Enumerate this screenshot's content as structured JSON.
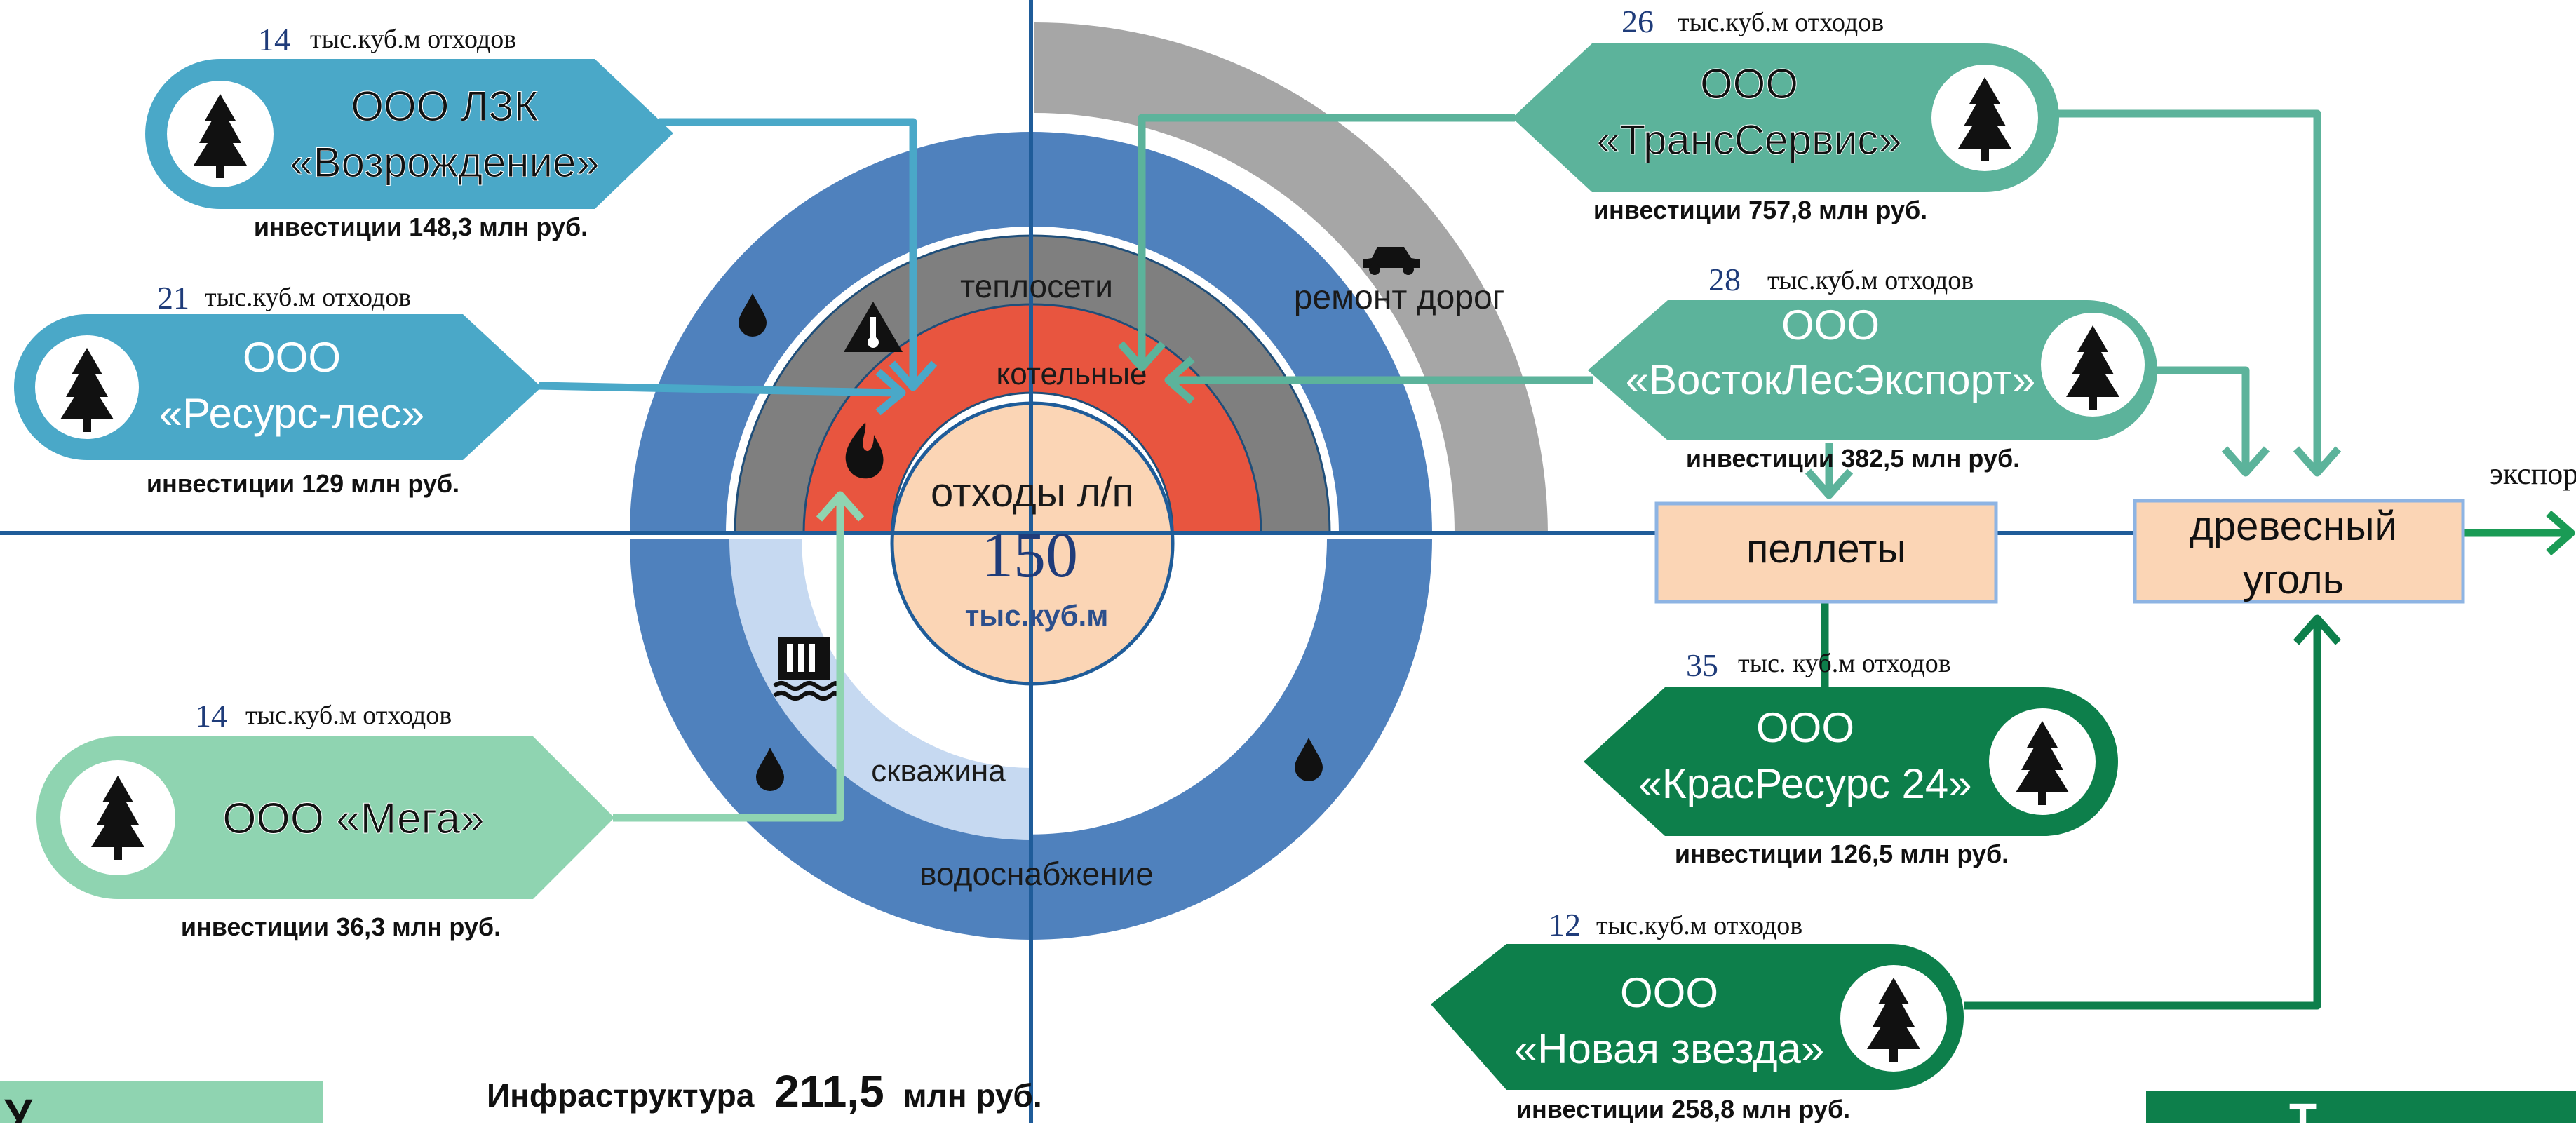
{
  "center": {
    "label": "отходы л/п",
    "volume": "150",
    "unit": "тыс.куб.м"
  },
  "rings": {
    "heating_networks": "теплосети",
    "boilers": "котельные",
    "roads": "ремонт дорог",
    "well": "скважина",
    "water_supply": "водоснабжение"
  },
  "infrastructure": {
    "label": "Инфраструктура",
    "amount": "211,5",
    "unit": "млн руб."
  },
  "companies": [
    {
      "waste_num": "14",
      "waste_unit": "тыс.куб.м отходов",
      "name_line1": "ООО ЛЗК",
      "name_line2": "«Возрождение»",
      "investment": "инвестиции 148,3 млн руб.",
      "color": "#4aa8c8"
    },
    {
      "waste_num": "21",
      "waste_unit": "тыс.куб.м отходов",
      "name_line1": "ООО",
      "name_line2": "«Ресурс-лес»",
      "investment": "инвестиции 129 млн руб.",
      "color": "#4aa8c8"
    },
    {
      "waste_num": "14",
      "waste_unit": "тыс.куб.м отходов",
      "name_line1": "ООО «Мега»",
      "name_line2": "",
      "investment": "инвестиции 36,3 млн руб.",
      "color": "#8fd4b1"
    },
    {
      "waste_num": "26",
      "waste_unit": "тыс.куб.м отходов",
      "name_line1": "ООО",
      "name_line2": "«ТрансСервис»",
      "investment": "инвестиции 757,8 млн руб.",
      "color": "#5cb39b"
    },
    {
      "waste_num": "28",
      "waste_unit": "тыс.куб.м отходов",
      "name_line1": "ООО",
      "name_line2": "«ВостокЛесЭкспорт»",
      "investment": "инвестиции 382,5 млн руб.",
      "color": "#5cb39b"
    },
    {
      "waste_num": "35",
      "waste_unit": "тыс. куб.м отходов",
      "name_line1": "ООО",
      "name_line2": "«КрасРесурс 24»",
      "investment": "инвестиции 126,5 млн руб.",
      "color": "#0d7f4b"
    },
    {
      "waste_num": "12",
      "waste_unit": "тыс.куб.м отходов",
      "name_line1": "ООО",
      "name_line2": "«Новая звезда»",
      "investment": "инвестиции 258,8 млн руб.",
      "color": "#0d7f4b"
    }
  ],
  "products": {
    "pellets": "пеллеты",
    "charcoal_line1": "древесный",
    "charcoal_line2": "уголь",
    "export": "экспорт"
  },
  "partial_bottom_left": "У",
  "partial_bottom_right": "Т",
  "colors": {
    "blue_ring": "#4f81bd",
    "gray_ring": "#7f7f7f",
    "light_gray_arc": "#a6a6a6",
    "boiler_red": "#e8553f",
    "center_fill": "#fbd5b5",
    "well_light": "#c6d9f1",
    "axis_line": "#1f5c99",
    "export_green": "#1a9b55"
  }
}
